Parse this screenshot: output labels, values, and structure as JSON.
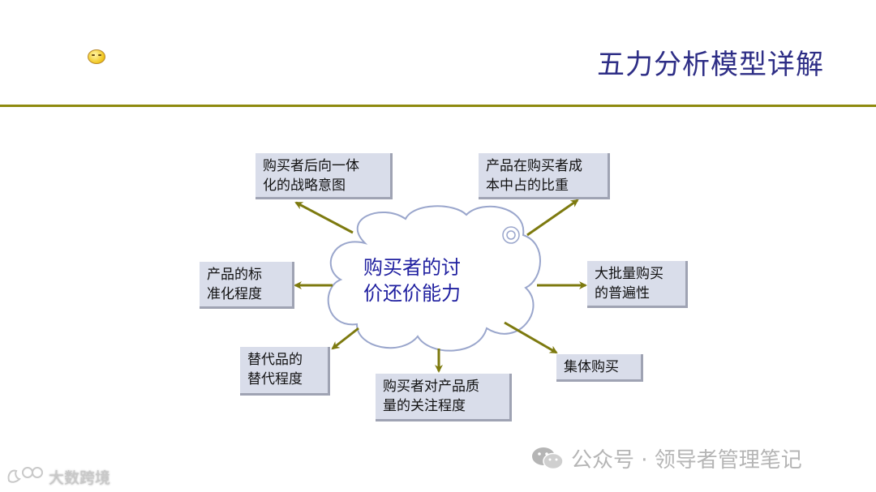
{
  "title": "五力分析模型详解",
  "center": "购买者的讨\n价还价能力",
  "factors": {
    "backward_integration": "购买者后向一体\n化的战略意图",
    "cost_share": "产品在购买者成\n本中占的比重",
    "standardization": "产品的标\n准化程度",
    "bulk_buying": "大批量购买\n的普遍性",
    "substitution": "替代品的\n替代程度",
    "collective_buying": "集体购买",
    "quality_attention": "购买者对产品质\n量的关注程度"
  },
  "watermark_right": {
    "text": "公众号 · 领导者管理笔记",
    "icon": "wechat-icon"
  },
  "watermark_left": {
    "text": "大数跨境",
    "icon": "logo-icon"
  },
  "colors": {
    "title": "#2e2e86",
    "rule": "#8e8a0e",
    "arrow": "#7d7a0f",
    "box_fill": "#d9ddea",
    "center_text": "#2020a0",
    "cloud_stroke": "#9aa6cc"
  }
}
